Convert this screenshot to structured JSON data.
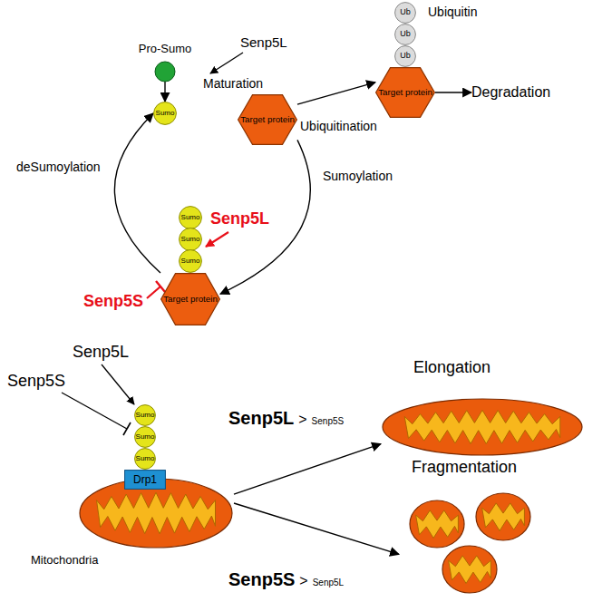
{
  "diagram": {
    "nodes": [
      {
        "text": [
          "Ub"
        ]
      },
      {
        "text": [
          "Ub"
        ]
      },
      {
        "text": [
          "Ub"
        ]
      },
      {
        "text": [
          "Pro-Sumo"
        ]
      },
      {
        "text": [
          "Sumo"
        ]
      },
      {
        "text": [
          "Target protein"
        ]
      },
      {
        "text": [
          "Target protein"
        ]
      },
      {
        "text": [
          "Degradation"
        ]
      },
      {
        "text": [
          "Sumo"
        ]
      },
      {
        "text": [
          "Sumo"
        ]
      },
      {
        "text": [
          "Sumo"
        ]
      },
      {
        "text": [
          "Target protein"
        ]
      },
      {
        "text": [
          "Sumo"
        ]
      },
      {
        "text": [
          "Sumo"
        ]
      },
      {
        "text": [
          "Sumo"
        ]
      },
      {
        "text": [
          "Drp1"
        ]
      },
      {
        "text": [
          "Mitochondria"
        ]
      },
      {
        "text": [
          "Elongation"
        ]
      },
      {
        "text": [
          "Fragmentation"
        ]
      }
    ],
    "edges": [
      {
        "from": 3,
        "to": 4,
        "arrow": "to"
      },
      {
        "from": 5,
        "to": 6,
        "label": "Ubiquitination",
        "arrow": "to"
      },
      {
        "from": 6,
        "to": 7,
        "arrow": "to"
      },
      {
        "from": 5,
        "to": 11,
        "label": "Sumoylation",
        "arrow": "to"
      },
      {
        "from": 11,
        "to": 4,
        "label": "deSumoylation",
        "arrow": "to"
      },
      {
        "from": 16,
        "to": 17,
        "arrow": "to"
      },
      {
        "from": 16,
        "to": 18,
        "arrow": "to"
      }
    ],
    "labels": [
      "Ubiquitin",
      "Senp5L",
      "Maturation",
      "Senp5L",
      "Senp5S",
      "Senp5L",
      "Senp5S",
      "Senp5L",
      ">",
      "Senp5S",
      "Senp5S",
      ">",
      "Senp5L"
    ]
  }
}
